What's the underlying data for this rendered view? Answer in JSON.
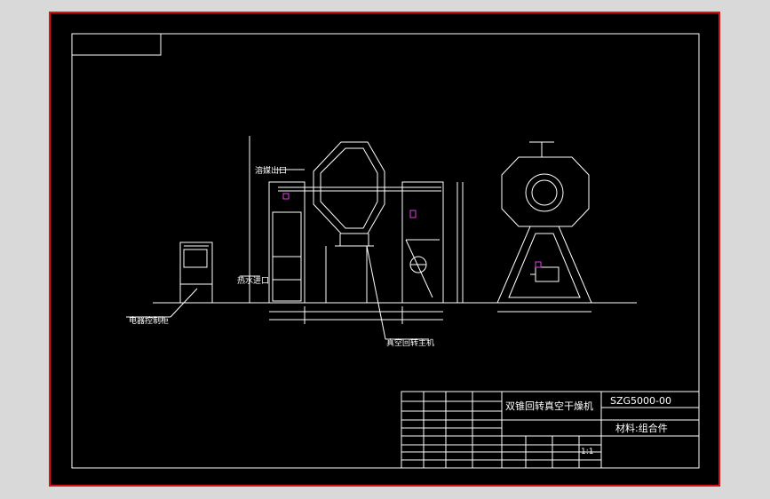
{
  "title_block": {
    "drawing_name": "双锥回转真空干燥机",
    "drawing_number": "SZG5000-00",
    "material": "材料:组合件",
    "scale": "1:1"
  },
  "callouts": {
    "solvent_outlet": "溶媒出口",
    "hot_water_inlet": "热水进口",
    "control_cabinet": "电器控制柜",
    "vacuum_rotary_host": "真空回转主机"
  },
  "icons": [
    "control-cabinet-icon",
    "drum-icon",
    "motor-icon"
  ]
}
